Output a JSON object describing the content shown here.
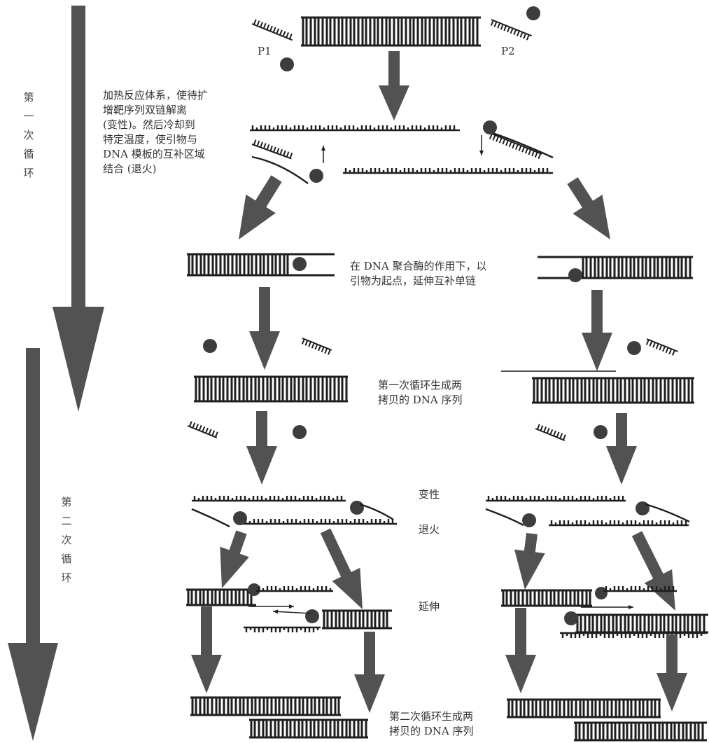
{
  "colors": {
    "arrow": "#525252",
    "strand": "#1e1e1e",
    "primer_ball": "#3d3d3d",
    "text": "#333333"
  },
  "cycles": {
    "first": {
      "chars": [
        "第",
        "一",
        "次",
        "循",
        "环"
      ]
    },
    "second": {
      "chars": [
        "第",
        "二",
        "次",
        "循",
        "环"
      ]
    }
  },
  "primers": {
    "p1": "P1",
    "p2": "P2"
  },
  "texts": {
    "denature_anneal_desc": [
      "加热反应体系，使待扩",
      "增靶序列双链解离",
      "(变性)。然后冷却到",
      "特定温度，使引物与",
      "DNA 模板的互补区域",
      "结合 (退火)"
    ],
    "extension_desc": [
      "在 DNA 聚合酶的作用下，以",
      "引物为起点，延伸互补单链"
    ],
    "first_cycle_result": [
      "第一次循环生成两",
      "拷贝的 DNA 序列"
    ],
    "second_cycle_result": [
      "第二次循环生成两",
      "拷贝的 DNA 序列"
    ]
  },
  "steps": {
    "denature": "变性",
    "anneal": "退火",
    "extend": "延伸"
  }
}
